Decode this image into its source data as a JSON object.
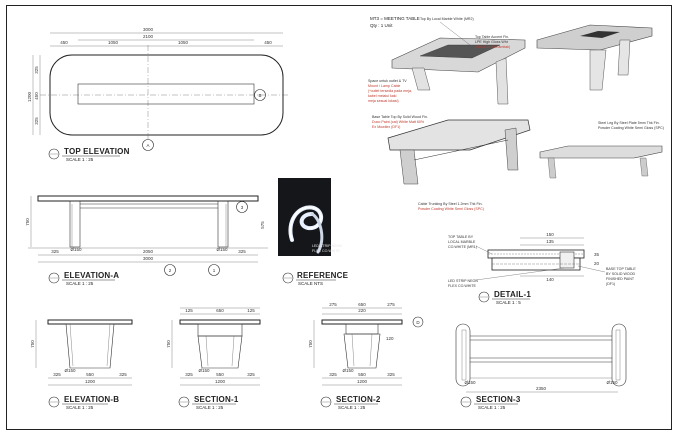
{
  "views": {
    "top_elevation": {
      "title": "TOP ELEVATION",
      "scale": "SCALE    1 : 25",
      "dims_top": [
        "450",
        "1050",
        "1050",
        "450"
      ],
      "dims_total": [
        "3000",
        "2100"
      ],
      "dims_left": [
        "1200",
        "325",
        "450",
        "325"
      ],
      "markers": [
        "B",
        "A"
      ]
    },
    "elevation_a": {
      "title": "ELEVATION-A",
      "scale": "SCALE    1 : 25",
      "dims": [
        "325",
        "2050",
        "325",
        "3000",
        "750",
        "Ø150",
        "Ø150",
        "575"
      ],
      "markers": [
        "3",
        "2",
        "1"
      ]
    },
    "reference": {
      "title": "REFERENCE",
      "scale": "SCALE    NTS",
      "note_1": "LED STRIP NEON",
      "note_2": "FLEX CO.WHITE"
    },
    "elevation_b": {
      "title": "ELEVATION-B",
      "scale": "SCALE    1 : 25",
      "dims": [
        "325",
        "550",
        "325",
        "1200",
        "750",
        "Ø150"
      ]
    },
    "section_1": {
      "title": "SECTION-1",
      "scale": "SCALE    1 : 25",
      "dims": [
        "125",
        "650",
        "125",
        "325",
        "550",
        "325",
        "1200",
        "750",
        "Ø150"
      ]
    },
    "section_2": {
      "title": "SECTION-2",
      "scale": "SCALE    1 : 25",
      "dims": [
        "275",
        "650",
        "275",
        "325",
        "550",
        "325",
        "1200",
        "750",
        "Ø150",
        "220",
        "120"
      ],
      "markers": [
        "D"
      ]
    },
    "section_3": {
      "title": "SECTION-3",
      "scale": "SCALE    1 : 25",
      "dims": [
        "2350",
        "Ø150",
        "Ø150"
      ]
    },
    "detail_1": {
      "title": "DETAIL-1",
      "scale": "SCALE    1 : 5",
      "dims": [
        "150",
        "135",
        "140",
        "35",
        "20"
      ],
      "notes": [
        "TOP TABLE BY",
        "LOCAL MARBLE",
        "CO.WHITE (MR1)",
        "LED STRIP NEON",
        "FLEX CO.WHITE",
        "BASE TOP TABLE",
        "BY SOLID WOOD",
        "FINISHED PAINT",
        "(DF1)"
      ]
    }
  },
  "render_panel": {
    "header_1": "MT3 = MEETING TABLE",
    "header_2": "Qty : 1 Unit",
    "notes": [
      "Top By Local Marble White (MR2)",
      "Top Table Accent Fin.",
      "LPE High Gloss Wht",
      "(HV-2014 Ex Lamitak)",
      "Space untuk outlet & TV",
      "Mount / Lamp Cable",
      "(*outlet tersedia pada meja,",
      "kabel melalui kaki",
      "meja sesuai lokasi)",
      "Base Table Top By Solid Wood Fin.",
      "Duco Paint (cat) White Matt 60%",
      "Ex Mowilex (DF1)",
      "Steel Leg By Steel Plate 5mm Thk Fin.",
      "Powder Coating White Semi Gloss (SPC)",
      "Cable Trunking By Steel 1.2mm Thk Fin.",
      "Powder Coating White Semi Gloss (SPC)"
    ]
  }
}
